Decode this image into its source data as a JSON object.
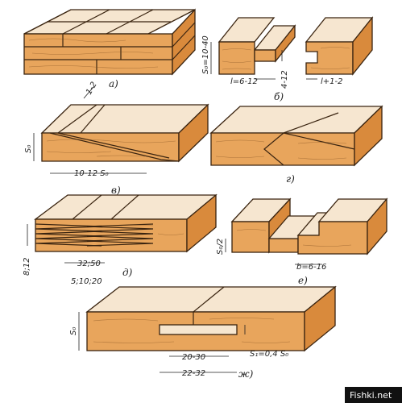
{
  "captions": {
    "a": "а)",
    "b": "б)",
    "v": "в)",
    "g": "г)",
    "d": "д)",
    "e": "е)",
    "zh": "ж)"
  },
  "dims": {
    "b_s0": "S₀=10-40",
    "b_l": "l=6-12",
    "b_h": "4-12",
    "b_gap": "l+1-2",
    "v_s0": "S₀",
    "v_gap": "1-2",
    "v_len": "10-12 S₀",
    "d_h": "8;12",
    "d_l1": "32;50",
    "d_l2": "5;10;20",
    "e_s0": "S₀/2",
    "e_b": "b=6-16",
    "zh_s0": "S₀",
    "zh_inner": "20-30",
    "zh_outer": "22-32",
    "zh_s1": "S₁=0,4 S₀"
  },
  "watermark": "Fishki.net",
  "colors": {
    "wood": "#e8a55c",
    "wood_top": "#f6e6d0",
    "outline": "#3a2410"
  }
}
